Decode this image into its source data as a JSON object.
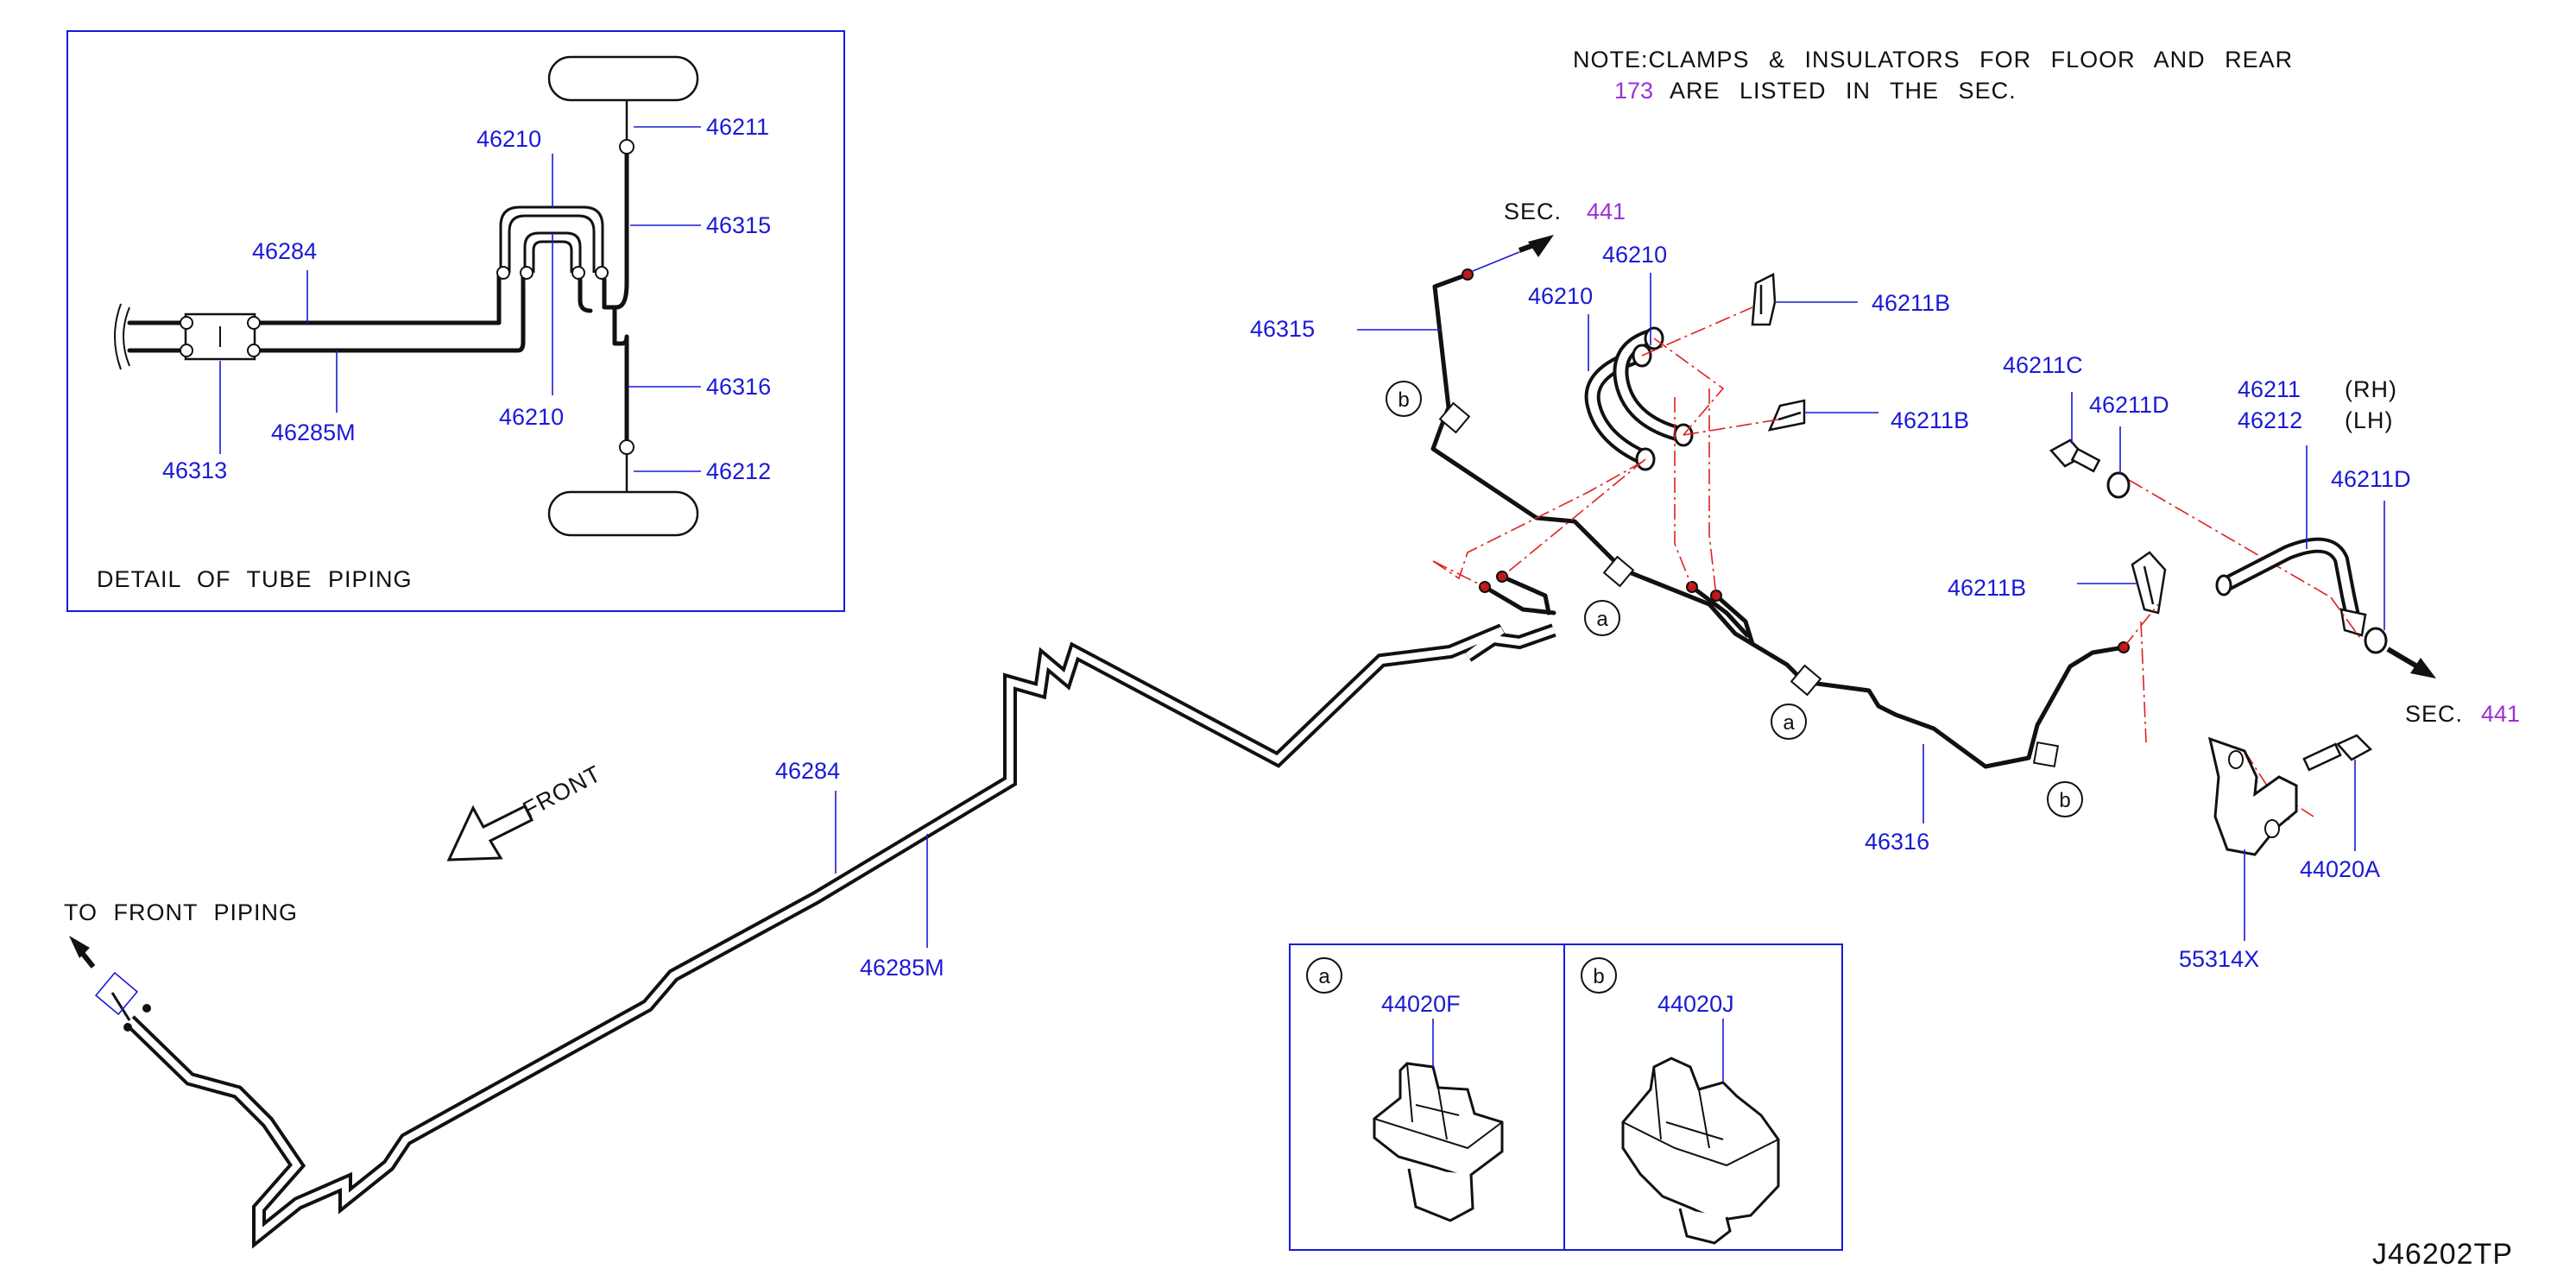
{
  "note": {
    "line1": "NOTE:CLAMPS & INSULATORS FOR FLOOR AND REAR",
    "line2_sec": "173",
    "line2_rest": "ARE LISTED IN THE SEC."
  },
  "detail": {
    "caption": "DETAIL OF TUBE PIPING",
    "labels": {
      "p46210_top": "46210",
      "p46211": "46211",
      "p46315": "46315",
      "p46284": "46284",
      "p46316": "46316",
      "p46285m": "46285M",
      "p46210_bottom": "46210",
      "p46313": "46313",
      "p46212": "46212"
    }
  },
  "main": {
    "sec_top": {
      "prefix": "SEC.",
      "num": "441"
    },
    "sec_right": {
      "prefix": "SEC.",
      "num": "441"
    },
    "to_front": "TO FRONT PIPING",
    "front": "FRONT",
    "labels": {
      "p46315": "46315",
      "p46210_a": "46210",
      "p46210_b": "46210",
      "p46211b_1": "46211B",
      "p46211b_2": "46211B",
      "p46211b_3": "46211B",
      "p46211c": "46211C",
      "p46211d_1": "46211D",
      "p46211d_2": "46211D",
      "p46211": "46211",
      "rh": "(RH)",
      "p46212": "46212",
      "lh": "(LH)",
      "p46316": "46316",
      "p46284": "46284",
      "p46285m": "46285M",
      "p44020a": "44020A",
      "p55314x": "55314X"
    },
    "callouts": {
      "a": "a",
      "b": "b"
    }
  },
  "clips": {
    "a_letter": "a",
    "a_part": "44020F",
    "b_letter": "b",
    "b_part": "44020J"
  },
  "drawing_id": "J46202TP"
}
